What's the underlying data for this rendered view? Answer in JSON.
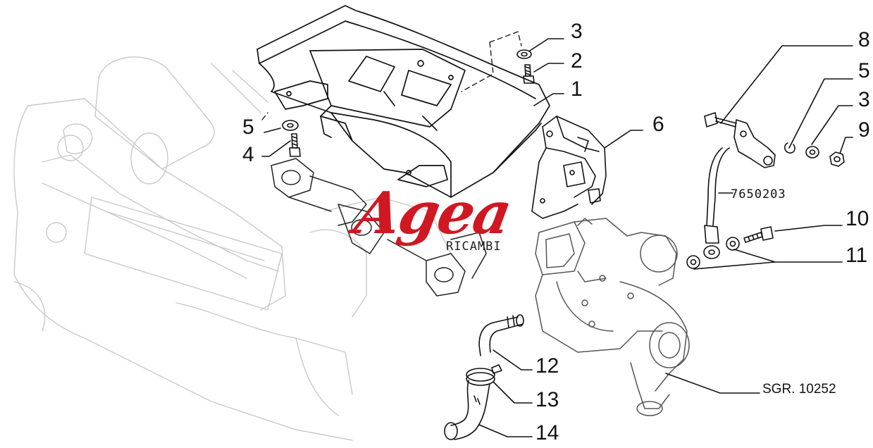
{
  "diagram": {
    "callouts": [
      {
        "id": "c3a",
        "label": "3"
      },
      {
        "id": "c2",
        "label": "2"
      },
      {
        "id": "c1",
        "label": "1"
      },
      {
        "id": "c5a",
        "label": "5"
      },
      {
        "id": "c4",
        "label": "4"
      },
      {
        "id": "c6",
        "label": "6"
      },
      {
        "id": "c8",
        "label": "8"
      },
      {
        "id": "c5b",
        "label": "5"
      },
      {
        "id": "c3b",
        "label": "3"
      },
      {
        "id": "c9",
        "label": "9"
      },
      {
        "id": "c10",
        "label": "10"
      },
      {
        "id": "c11",
        "label": "11"
      },
      {
        "id": "c12",
        "label": "12"
      },
      {
        "id": "c13",
        "label": "13"
      },
      {
        "id": "c14",
        "label": "14"
      }
    ],
    "part_number": "7650203",
    "reference": "SGR. 10252"
  },
  "logo": {
    "word": "Agea",
    "sub": "RICAMBI",
    "color": "#d01822"
  }
}
